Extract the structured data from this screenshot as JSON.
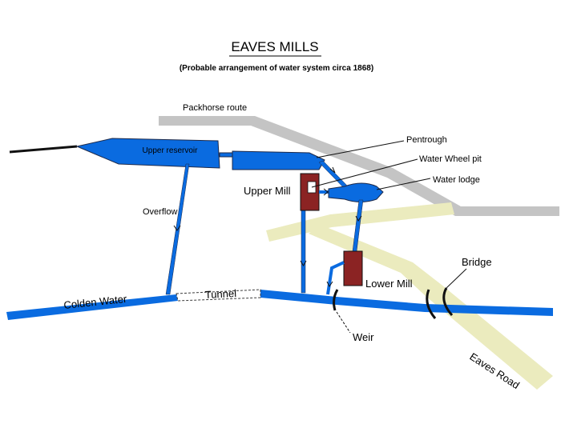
{
  "title": "EAVES MILLS",
  "subtitle": "(Probable arrangement of water system circa 1868)",
  "labels": {
    "packhorse_route": "Packhorse route",
    "pentrough": "Pentrough",
    "water_wheel_pit": "Water Wheel pit",
    "water_lodge": "Water lodge",
    "upper_reservoir": "Upper reservoir",
    "upper_mill": "Upper Mill",
    "overflow": "Overflow",
    "lower_mill": "Lower Mill",
    "bridge": "Bridge",
    "colden_water": "Colden Water",
    "tunnel": "Tunnel",
    "weir": "Weir",
    "eaves_road": "Eaves Road"
  },
  "colors": {
    "water": "#0a6be0",
    "road": "#ebebbe",
    "packhorse": "#c4c4c4",
    "mill": "#8b2323",
    "outline": "#1e2a4a"
  }
}
